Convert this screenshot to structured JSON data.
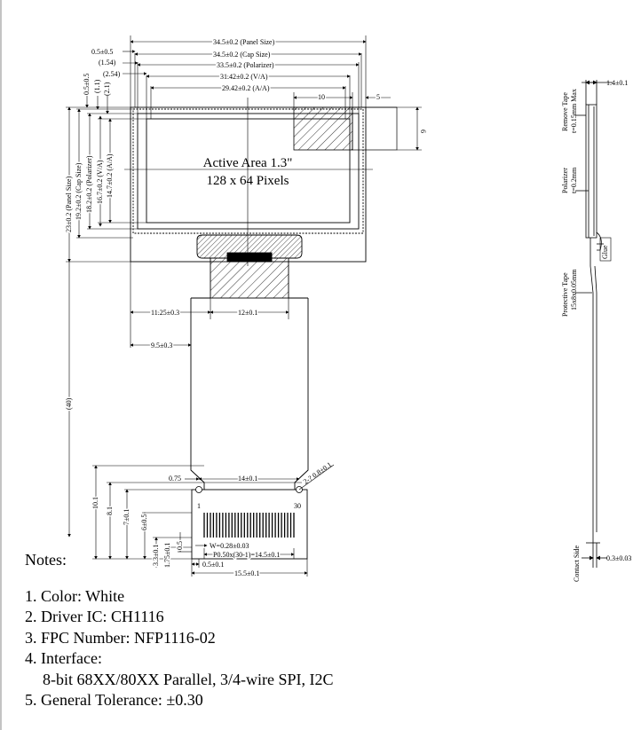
{
  "dimensions": {
    "panel_w": "34.5±0.2 (Panel Size)",
    "cap_w": "34.5±0.2 (Cap Size)",
    "pol_w": "33.5±0.2 (Polarizer)",
    "va_w": "31.42±0.2 (V/A)",
    "aa_w": "29.42±0.2 (A/A)",
    "d_05": "0.5±0.5",
    "d_154": "(1.54)",
    "d_254": "(2.54)",
    "d_10": "10",
    "d_5": "5",
    "d_6": "6",
    "v_05": "0.5±0.5",
    "v_11": "(1.1)",
    "v_21": "(2.1)",
    "panel_h": "23±0.2 (Panel Size)",
    "cap_h": "19.2±0.2 (Cap Size)",
    "pol_h": "18.2±0.2 (Polarizer)",
    "va_h": "16.7±0.2 (V/A)",
    "aa_h": "14.7±0.2 (A/A)",
    "d_1125": "11.25±0.3",
    "d_12": "12±0.1",
    "d_95": "9.5±0.3",
    "v_40": "(40)",
    "d_075": "0.75",
    "d_14": "14±0.1",
    "d_r08": "2-? 0.8±0.1",
    "v_10": "10.1",
    "v_81": "8.1",
    "v_71": "7±0.1",
    "v_605": "6±0.5",
    "v_33": "3.3±0.1",
    "v_175": "1.75±0.1",
    "v_005": "0.5",
    "pin1": "1",
    "pin30": "30",
    "d_w": "W=0.28±0.03",
    "d_pitch": "P0.50x(30-1)=14.5±0.1",
    "d_05b": "0.5±0.1",
    "d_155": "15.5±0.1",
    "side_14": "1.4±0.1",
    "side_remove": "Remove Tape",
    "side_remove_t": "t=0.15mm Max",
    "side_pol": "Polarizer",
    "side_pol_t": "t=0.2mm",
    "side_glue": "Glue",
    "side_prot": "Protective Tape",
    "side_prot_t": "15x8x0.05mm",
    "side_contact": "Contact Side",
    "side_03": "0.3±0.03"
  },
  "active_area": {
    "line1": "Active Area 1.3\"",
    "line2": "128 x 64 Pixels"
  },
  "notes": {
    "title": "Notes:",
    "items": [
      "1. Color: White",
      "2. Driver IC: CH1116",
      "3. FPC Number: NFP1116-02",
      "4. Interface:",
      "8-bit 68XX/80XX Parallel, 3/4-wire SPI, I2C",
      "5. General Tolerance: ±0.30"
    ]
  }
}
